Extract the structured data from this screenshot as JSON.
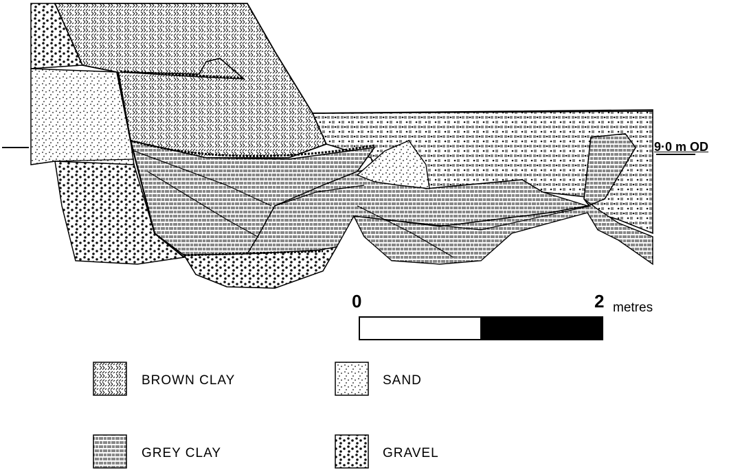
{
  "datum": {
    "label": "9·0 m OD"
  },
  "scale_bar": {
    "start_label": "0",
    "end_label": "2",
    "unit": "metres"
  },
  "legend": {
    "brown_clay": "BROWN CLAY",
    "sand": "SAND",
    "grey_clay": "GREY CLAY",
    "gravel": "GRAVEL"
  }
}
